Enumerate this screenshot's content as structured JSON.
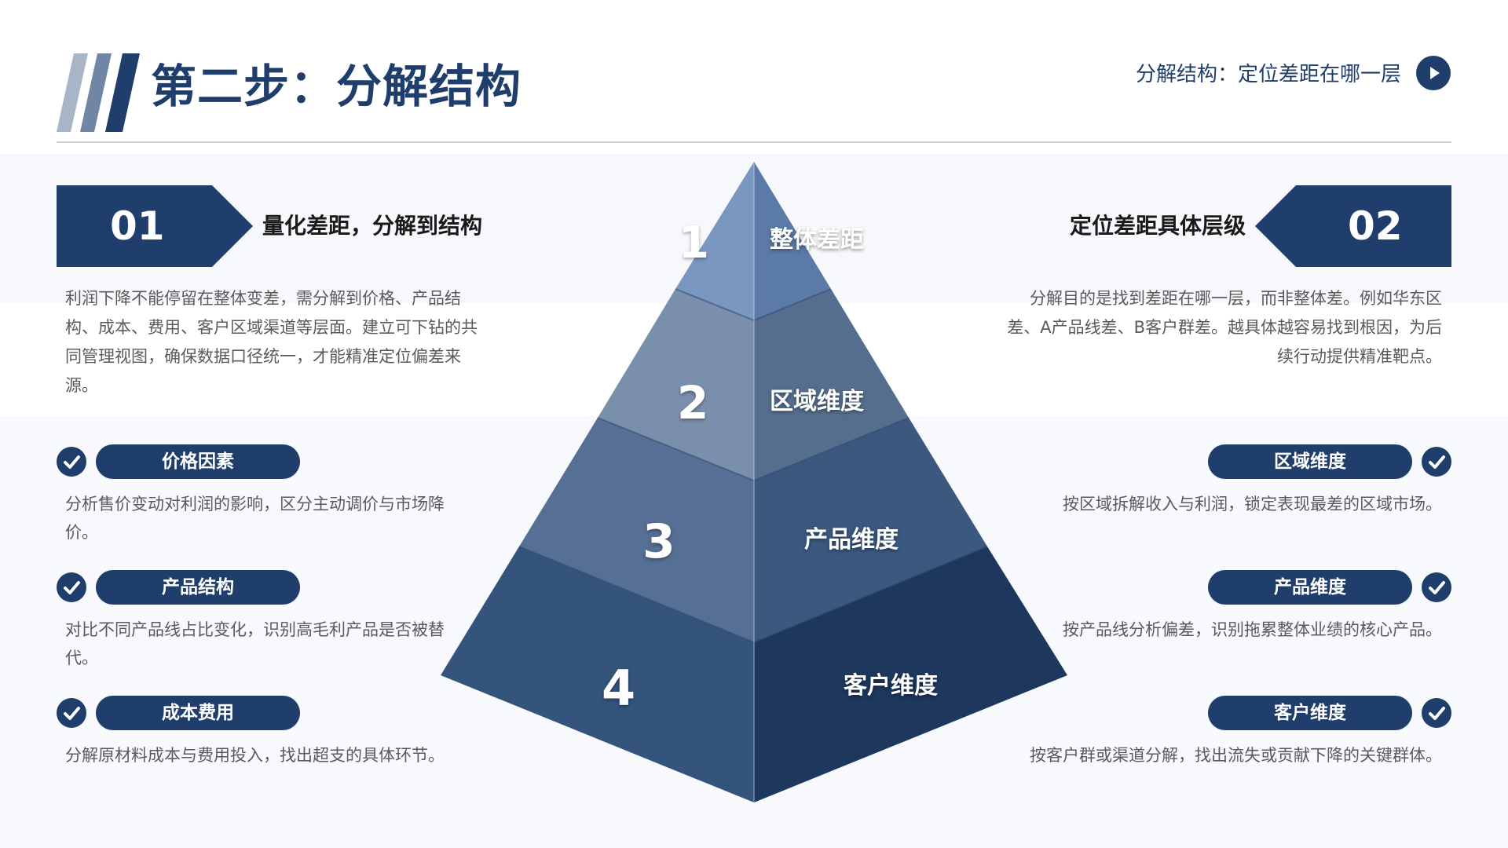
{
  "header": {
    "title": "第二步：分解结构",
    "subtitle": "分解结构：定位差距在哪一层"
  },
  "icons": {
    "play": "play-icon",
    "check": "checkmark-icon"
  },
  "colors": {
    "primary": "#1f3e6b",
    "stripe_light": "#a7b5c7",
    "stripe_mid": "#6f86a5",
    "tier1_left": "#7a97c2",
    "tier1_right": "#5c7aa8",
    "tier2_left": "#7a8fac",
    "tier2_right": "#566e8d",
    "tier3_left": "#566f94",
    "tier3_right": "#3b587e",
    "tier4_left": "#34547c",
    "tier4_right": "#1d375d"
  },
  "left_section": {
    "number": "01",
    "title": "量化差距，分解到结构",
    "description": "利润下降不能停留在整体变差，需分解到价格、产品结构、成本、费用、客户区域渠道等层面。建立可下钻的共同管理视图，确保数据口径统一，才能精准定位偏差来源。"
  },
  "right_section": {
    "number": "02",
    "title": "定位差距具体层级",
    "description": "分解目的是找到差距在哪一层，而非整体差。例如华东区差、A产品线差、B客户群差。越具体越容易找到根因，为后续行动提供精准靶点。"
  },
  "left_factors": [
    {
      "label": "价格因素",
      "desc": "分析售价变动对利润的影响，区分主动调价与市场降价。"
    },
    {
      "label": "产品结构",
      "desc": "对比不同产品线占比变化，识别高毛利产品是否被替代。"
    },
    {
      "label": "成本费用",
      "desc": "分解原材料成本与费用投入，找出超支的具体环节。"
    }
  ],
  "right_factors": [
    {
      "label": "区域维度",
      "desc": "按区域拆解收入与利润，锁定表现最差的区域市场。"
    },
    {
      "label": "产品维度",
      "desc": "按产品线分析偏差，识别拖累整体业绩的核心产品。"
    },
    {
      "label": "客户维度",
      "desc": "按客户群或渠道分解，找出流失或贡献下降的关键群体。"
    }
  ],
  "pyramid": [
    {
      "number": "1",
      "label": "整体差距"
    },
    {
      "number": "2",
      "label": "区域维度"
    },
    {
      "number": "3",
      "label": "产品维度"
    },
    {
      "number": "4",
      "label": "客户维度"
    }
  ]
}
